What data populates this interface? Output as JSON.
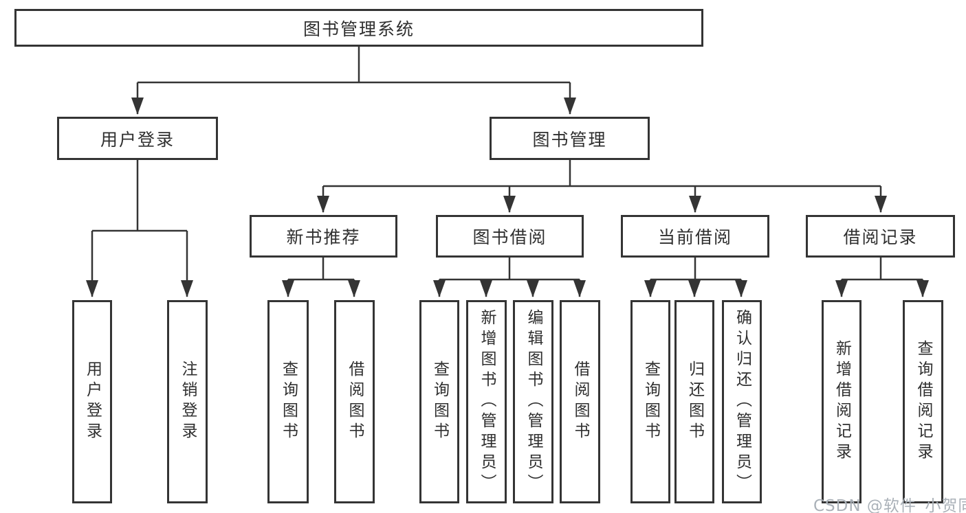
{
  "tree": {
    "label": "图书管理系统",
    "children": [
      {
        "label": "用户登录",
        "children": [
          {
            "label": "用户登录"
          },
          {
            "label": "注销登录"
          }
        ]
      },
      {
        "label": "图书管理",
        "children": [
          {
            "label": "新书推荐",
            "children": [
              {
                "label": "查询图书"
              },
              {
                "label": "借阅图书"
              }
            ]
          },
          {
            "label": "图书借阅",
            "children": [
              {
                "label": "查询图书"
              },
              {
                "label": "新增图书（管理员）"
              },
              {
                "label": "编辑图书（管理员）"
              },
              {
                "label": "借阅图书"
              }
            ]
          },
          {
            "label": "当前借阅",
            "children": [
              {
                "label": "查询图书"
              },
              {
                "label": "归还图书"
              },
              {
                "label": "确认归还（管理员）"
              }
            ]
          },
          {
            "label": "借阅记录",
            "children": [
              {
                "label": "新增借阅记录"
              },
              {
                "label": "查询借阅记录"
              }
            ]
          }
        ]
      }
    ]
  },
  "watermark": {
    "text": "CSDN @软件_小贺同学"
  },
  "colors": {
    "line": "#343434",
    "box_border": "#343434",
    "text": "#2f2f2f",
    "background": "#ffffff",
    "watermark": "#aab1b8"
  }
}
